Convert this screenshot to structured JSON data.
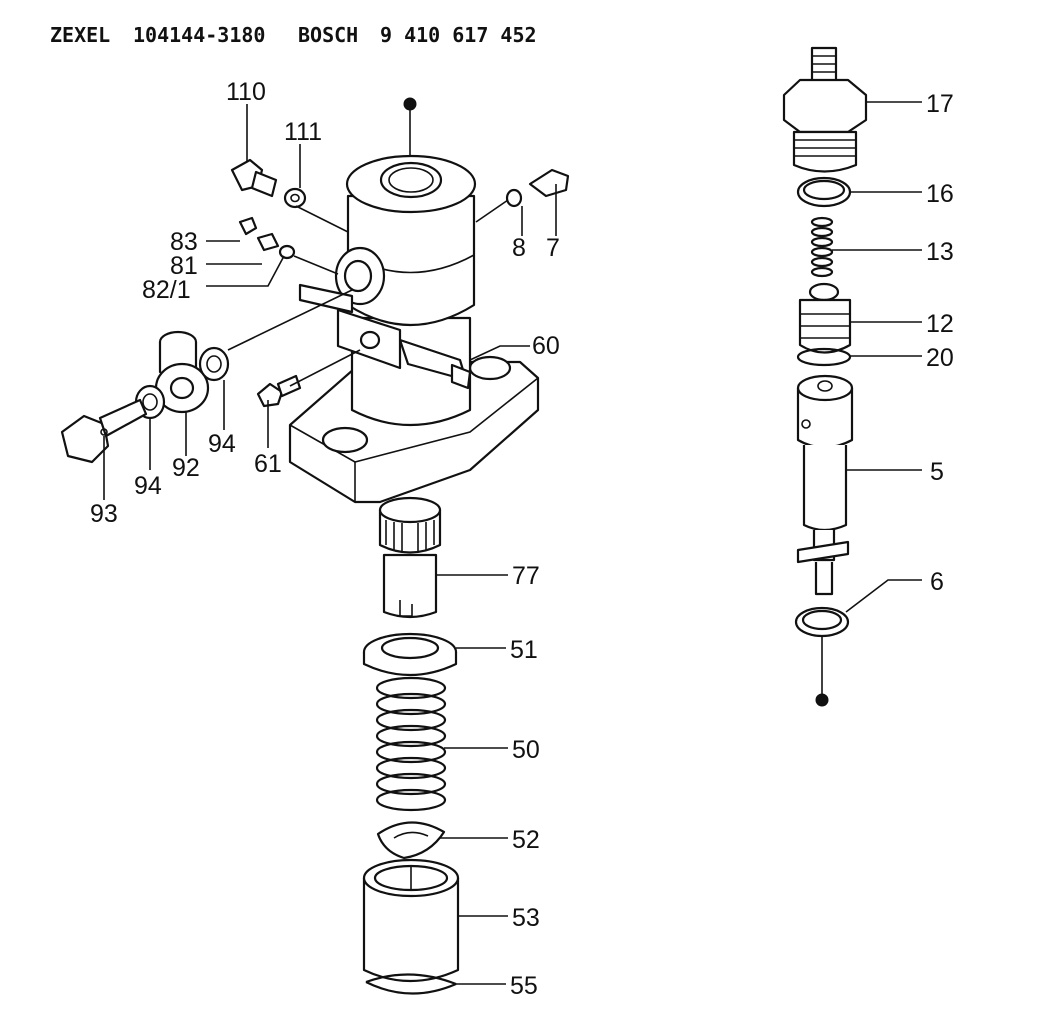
{
  "header": {
    "brand1": "ZEXEL",
    "part_number1": "104144-3180",
    "brand2": "BOSCH",
    "part_number2": "9 410 617 452"
  },
  "callouts": {
    "c110": "110",
    "c111": "111",
    "c83": "83",
    "c81": "81",
    "c82_1": "82/1",
    "c8": "8",
    "c7": "7",
    "c60": "60",
    "c94a": "94",
    "c61": "61",
    "c92": "92",
    "c94b": "94",
    "c93": "93",
    "c77": "77",
    "c51": "51",
    "c50": "50",
    "c52": "52",
    "c53": "53",
    "c55": "55",
    "c17": "17",
    "c16": "16",
    "c13": "13",
    "c12": "12",
    "c20": "20",
    "c5": "5",
    "c6": "6"
  }
}
